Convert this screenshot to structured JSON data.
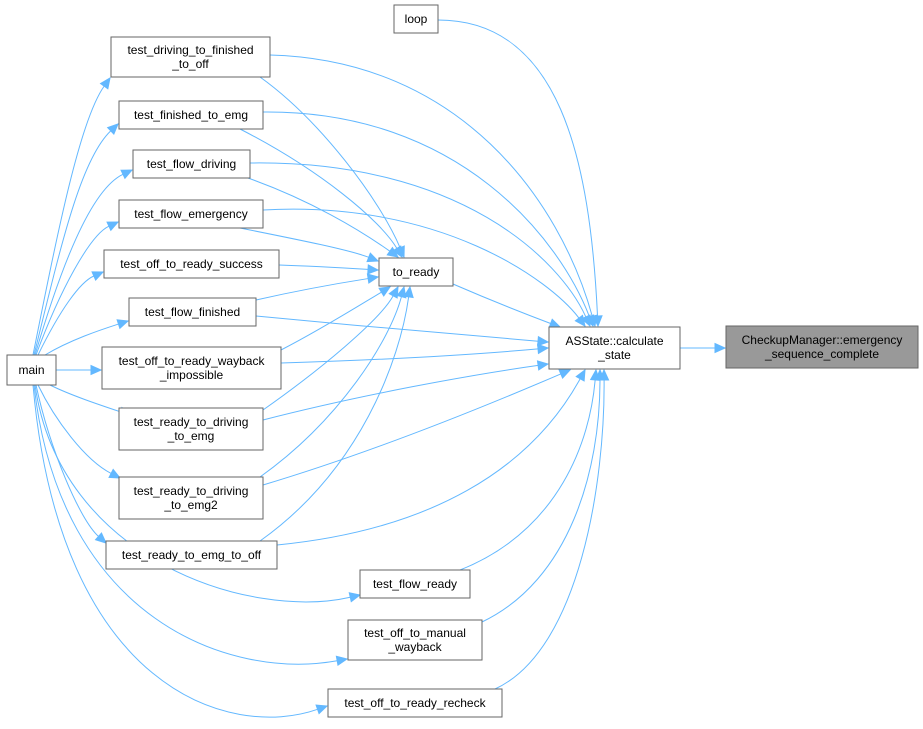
{
  "colors": {
    "edge": "#63b8ff",
    "node_border": "#666666",
    "node_fill": "#ffffff",
    "target_fill": "#999999"
  },
  "nodes": {
    "main": [
      "main"
    ],
    "loop": [
      "loop"
    ],
    "t_drive_fin": [
      "test_driving_to_finished",
      "_to_off"
    ],
    "t_fin_emg": [
      "test_finished_to_emg"
    ],
    "t_flow_drv": [
      "test_flow_driving"
    ],
    "t_flow_emg": [
      "test_flow_emergency"
    ],
    "t_off_ready": [
      "test_off_to_ready_success"
    ],
    "t_flow_fin": [
      "test_flow_finished"
    ],
    "t_off_wayback": [
      "test_off_to_ready_wayback",
      "_impossible"
    ],
    "t_rdy_drv_emg": [
      "test_ready_to_driving",
      "_to_emg"
    ],
    "t_rdy_drv_emg2": [
      "test_ready_to_driving",
      "_to_emg2"
    ],
    "t_rdy_emg_off": [
      "test_ready_to_emg_to_off"
    ],
    "t_flow_ready": [
      "test_flow_ready"
    ],
    "t_off_manual": [
      "test_off_to_manual",
      "_wayback"
    ],
    "t_off_recheck": [
      "test_off_to_ready_recheck"
    ],
    "to_ready": [
      "to_ready"
    ],
    "calc": [
      "ASState::calculate",
      "_state"
    ],
    "target": [
      "CheckupManager::emergency",
      "_sequence_complete"
    ]
  }
}
